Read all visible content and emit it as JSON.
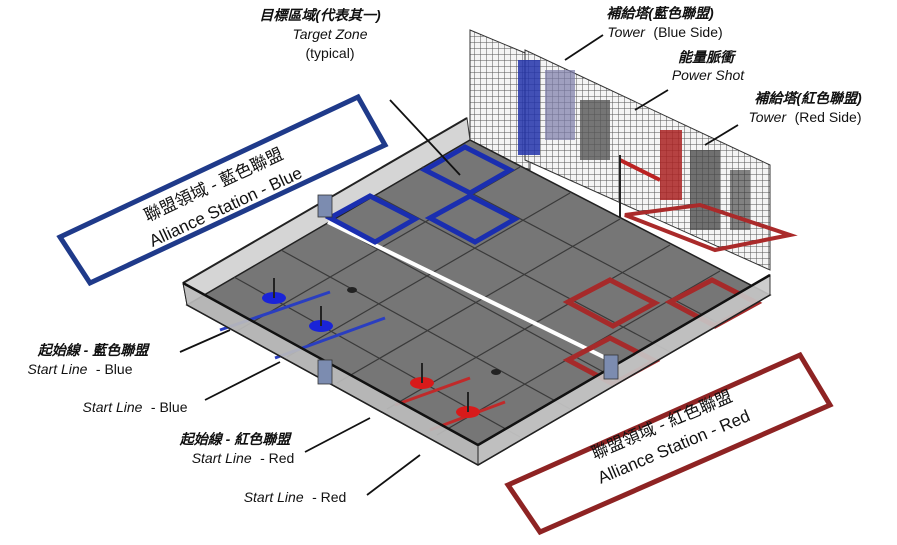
{
  "labels": {
    "target_zone": {
      "zh": "目標區域(代表其一)",
      "en": "Target Zone",
      "note": "(typical)"
    },
    "tower_blue": {
      "zh": "補給塔(藍色聯盟)",
      "en": "Tower",
      "side": "(Blue Side)"
    },
    "power_shot": {
      "zh": "能量脈衝",
      "en": "Power Shot"
    },
    "tower_red": {
      "zh": "補給塔(紅色聯盟)",
      "en": "Tower",
      "side": "(Red Side)"
    },
    "station_blue": {
      "zh": "聯盟領域 - 藍色聯盟",
      "en": "Alliance Station - Blue"
    },
    "station_red": {
      "zh": "聯盟領域 - 紅色聯盟",
      "en": "Alliance Station - Red"
    },
    "start_blue_1": {
      "zh": "起始線 - 藍色聯盟",
      "en": "Start Line",
      "side": "- Blue"
    },
    "start_blue_2": {
      "en": "Start Line",
      "side": "- Blue"
    },
    "start_red_1": {
      "zh": "起始線 - 紅色聯盟",
      "en": "Start Line",
      "side": "- Red"
    },
    "start_red_2": {
      "en": "Start Line",
      "side": "- Red"
    }
  },
  "colors": {
    "blue": "#1a2ea0",
    "red": "#9a2020",
    "field": "#6e6e6e",
    "wall": "#b8b8b8"
  }
}
